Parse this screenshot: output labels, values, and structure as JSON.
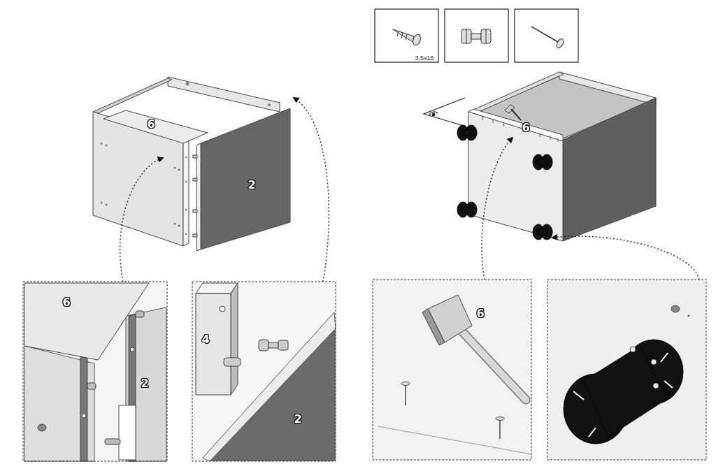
{
  "diagram": {
    "labels": [
      "6",
      "2",
      "3,5x16",
      "6",
      "6",
      "2",
      "4",
      "2",
      "6"
    ]
  }
}
